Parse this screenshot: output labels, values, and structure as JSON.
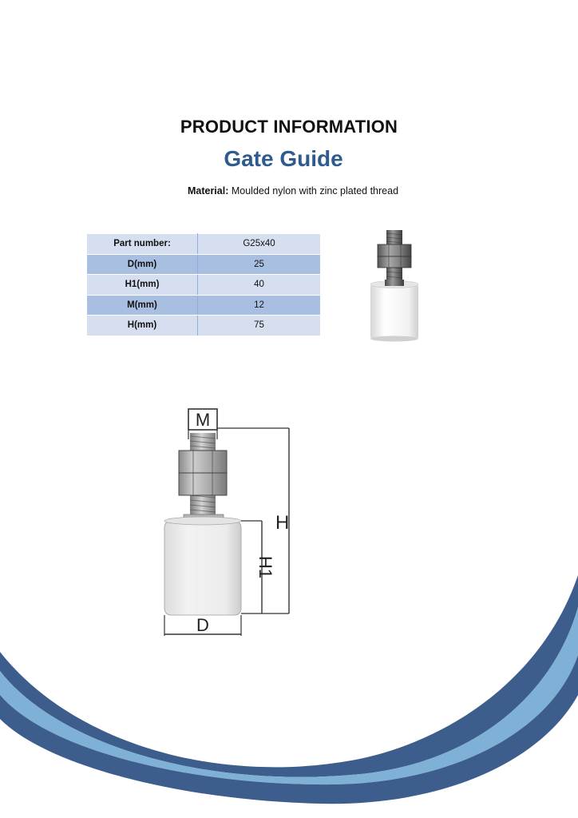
{
  "header": {
    "title": "PRODUCT INFORMATION",
    "product_name": "Gate Guide",
    "material_label": "Material:",
    "material_value": "Moulded nylon with zinc plated thread"
  },
  "specs": {
    "rows": [
      {
        "label": "Part number:",
        "value": "G25x40"
      },
      {
        "label": "D(mm)",
        "value": "25"
      },
      {
        "label": "H1(mm)",
        "value": "40"
      },
      {
        "label": "M(mm)",
        "value": "12"
      },
      {
        "label": "H(mm)",
        "value": "75"
      }
    ]
  },
  "diagram": {
    "label_m": "M",
    "label_h": "H",
    "label_h1": "H1",
    "label_d": "D"
  },
  "colors": {
    "title_blue": "#2f5a8e",
    "table_light": "#d5dff0",
    "table_dark": "#a9bfe2",
    "wave_dark": "#3d5d8c",
    "wave_light": "#7fb0d6"
  }
}
